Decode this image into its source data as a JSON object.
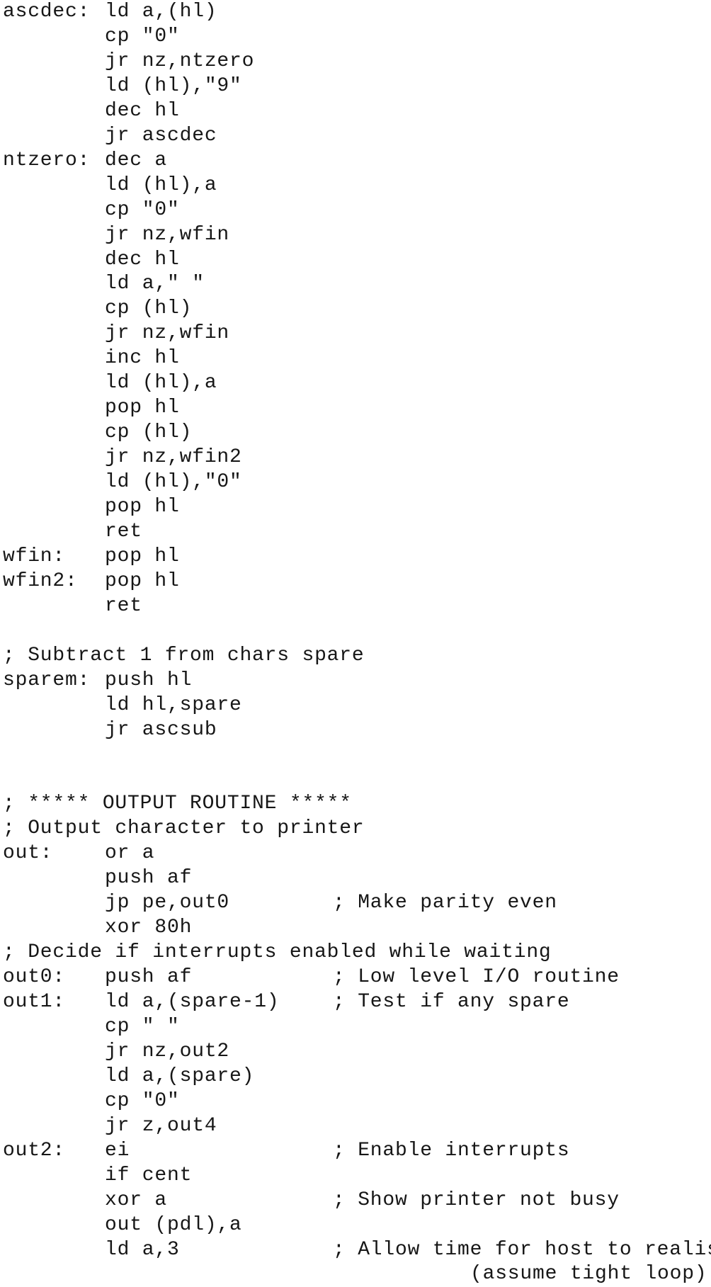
{
  "lines": [
    {
      "label": "ascdec:",
      "code": "ld a,(hl)",
      "comment": ""
    },
    {
      "label": "",
      "code": "cp \"0\"",
      "comment": ""
    },
    {
      "label": "",
      "code": "jr nz,ntzero",
      "comment": ""
    },
    {
      "label": "",
      "code": "ld (hl),\"9\"",
      "comment": ""
    },
    {
      "label": "",
      "code": "dec hl",
      "comment": ""
    },
    {
      "label": "",
      "code": "jr ascdec",
      "comment": ""
    },
    {
      "label": "ntzero:",
      "code": "dec a",
      "comment": ""
    },
    {
      "label": "",
      "code": "ld (hl),a",
      "comment": ""
    },
    {
      "label": "",
      "code": "cp \"0\"",
      "comment": ""
    },
    {
      "label": "",
      "code": "jr nz,wfin",
      "comment": ""
    },
    {
      "label": "",
      "code": "dec hl",
      "comment": ""
    },
    {
      "label": "",
      "code": "ld a,\" \"",
      "comment": ""
    },
    {
      "label": "",
      "code": "cp (hl)",
      "comment": ""
    },
    {
      "label": "",
      "code": "jr nz,wfin",
      "comment": ""
    },
    {
      "label": "",
      "code": "inc hl",
      "comment": ""
    },
    {
      "label": "",
      "code": "ld (hl),a",
      "comment": ""
    },
    {
      "label": "",
      "code": "pop hl",
      "comment": ""
    },
    {
      "label": "",
      "code": "cp (hl)",
      "comment": ""
    },
    {
      "label": "",
      "code": "jr nz,wfin2",
      "comment": ""
    },
    {
      "label": "",
      "code": "ld (hl),\"0\"",
      "comment": ""
    },
    {
      "label": "",
      "code": "pop hl",
      "comment": ""
    },
    {
      "label": "",
      "code": "ret",
      "comment": ""
    },
    {
      "label": "wfin:",
      "code": "pop hl",
      "comment": ""
    },
    {
      "label": "wfin2:",
      "code": "pop hl",
      "comment": ""
    },
    {
      "label": "",
      "code": "ret",
      "comment": ""
    },
    {
      "label": "",
      "code": "",
      "comment": ""
    },
    {
      "label": "; Subtract 1 from chars spare",
      "code": "",
      "comment": ""
    },
    {
      "label": "sparem:",
      "code": "push hl",
      "comment": ""
    },
    {
      "label": "",
      "code": "ld hl,spare",
      "comment": ""
    },
    {
      "label": "",
      "code": "jr ascsub",
      "comment": ""
    },
    {
      "label": "",
      "code": "",
      "comment": ""
    },
    {
      "label": "",
      "code": "",
      "comment": ""
    },
    {
      "label": "; ***** OUTPUT ROUTINE *****",
      "code": "",
      "comment": ""
    },
    {
      "label": "; Output character to printer",
      "code": "",
      "comment": ""
    },
    {
      "label": "out:",
      "code": "or a",
      "comment": ""
    },
    {
      "label": "",
      "code": "push af",
      "comment": ""
    },
    {
      "label": "",
      "code": "jp pe,out0",
      "comment": "; Make parity even"
    },
    {
      "label": "",
      "code": "xor 80h",
      "comment": ""
    },
    {
      "label": "; Decide if interrupts enabled while waiting",
      "code": "",
      "comment": ""
    },
    {
      "label": "out0:",
      "code": "push af",
      "comment": "; Low level I/O routine"
    },
    {
      "label": "out1:",
      "code": "ld a,(spare-1)",
      "comment": "; Test if any spare"
    },
    {
      "label": "",
      "code": "cp \" \"",
      "comment": ""
    },
    {
      "label": "",
      "code": "jr nz,out2",
      "comment": ""
    },
    {
      "label": "",
      "code": "ld a,(spare)",
      "comment": ""
    },
    {
      "label": "",
      "code": "cp \"0\"",
      "comment": ""
    },
    {
      "label": "",
      "code": "jr z,out4",
      "comment": ""
    },
    {
      "label": "out2:",
      "code": "ei",
      "comment": "; Enable interrupts"
    },
    {
      "label": "",
      "code": "if cent",
      "comment": ""
    },
    {
      "label": "",
      "code": "xor a",
      "comment": "; Show printer not busy"
    },
    {
      "label": "",
      "code": "out (pdl),a",
      "comment": ""
    },
    {
      "label": "",
      "code": "ld a,3",
      "comment": "; Allow time for host to realise"
    },
    {
      "label": "",
      "code": "",
      "comment": "",
      "continuation": "(assume tight loop)"
    }
  ]
}
